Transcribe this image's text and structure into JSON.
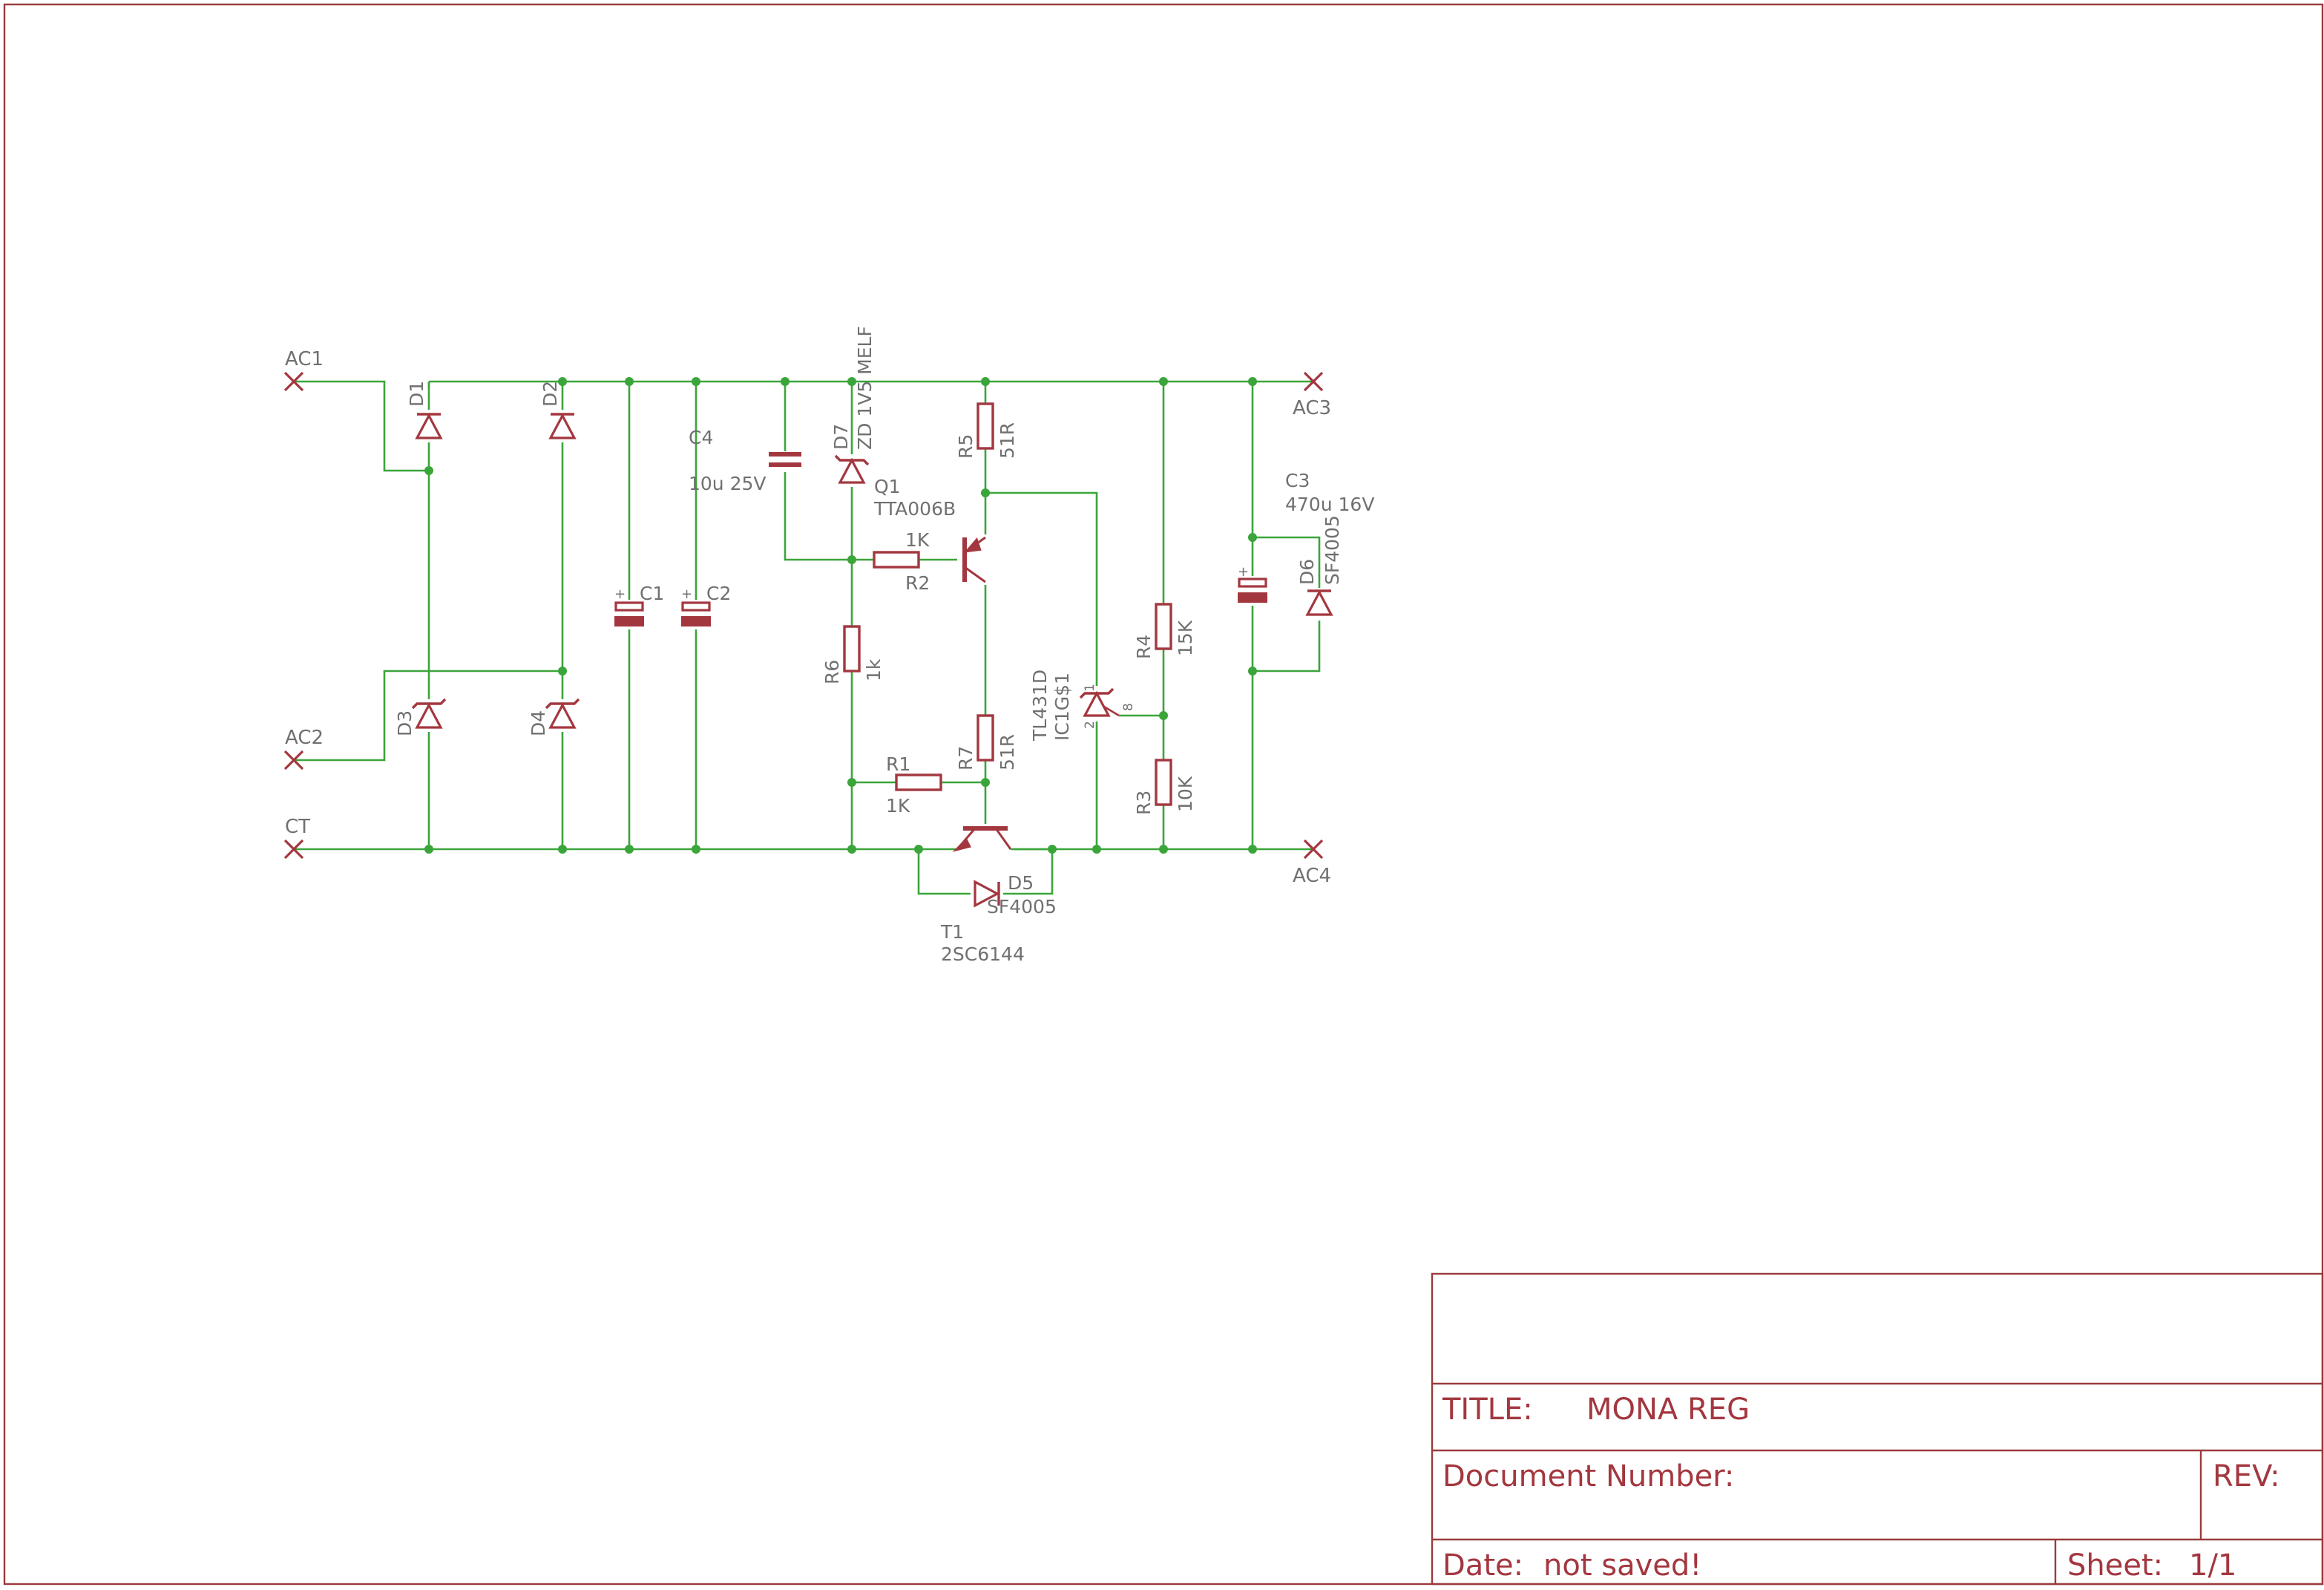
{
  "title_block": {
    "title_label": "TITLE:",
    "title_value": "MONA REG",
    "doc_number_label": "Document Number:",
    "rev_label": "REV:",
    "date_label": "Date:",
    "date_value": "not saved!",
    "sheet_label": "Sheet:",
    "sheet_value": "1/1"
  },
  "nets": {
    "ac1": "AC1",
    "ac2": "AC2",
    "ct": "CT",
    "ac3": "AC3",
    "ac4": "AC4"
  },
  "components": {
    "d1": {
      "ref": "D1"
    },
    "d2": {
      "ref": "D2"
    },
    "d3": {
      "ref": "D3"
    },
    "d4": {
      "ref": "D4"
    },
    "c1": {
      "ref": "C1"
    },
    "c2": {
      "ref": "C2"
    },
    "c4": {
      "ref": "C4",
      "value": "10u 25V"
    },
    "d7": {
      "ref": "D7",
      "value": "ZD 1V5 MELF"
    },
    "q1": {
      "ref": "Q1",
      "value": "TTA006B"
    },
    "r2": {
      "ref": "R2",
      "value": "1K"
    },
    "r5": {
      "ref": "R5",
      "value": "51R"
    },
    "r6": {
      "ref": "R6",
      "value": "1k"
    },
    "r1": {
      "ref": "R1",
      "value": "1K"
    },
    "r7": {
      "ref": "R7",
      "value": "51R"
    },
    "t1": {
      "ref": "T1",
      "value": "2SC6144"
    },
    "d5": {
      "ref": "D5",
      "value": "SF4005"
    },
    "ic1": {
      "ref": "IC1G$1",
      "value": "TL431D",
      "pin1": "1",
      "pin2": "2",
      "pin8": "8"
    },
    "r4": {
      "ref": "R4",
      "value": "15K"
    },
    "r3": {
      "ref": "R3",
      "value": "10K"
    },
    "c3": {
      "ref": "C3",
      "value": "470u 16V"
    },
    "d6": {
      "ref": "D6",
      "value": "SF4005"
    }
  }
}
